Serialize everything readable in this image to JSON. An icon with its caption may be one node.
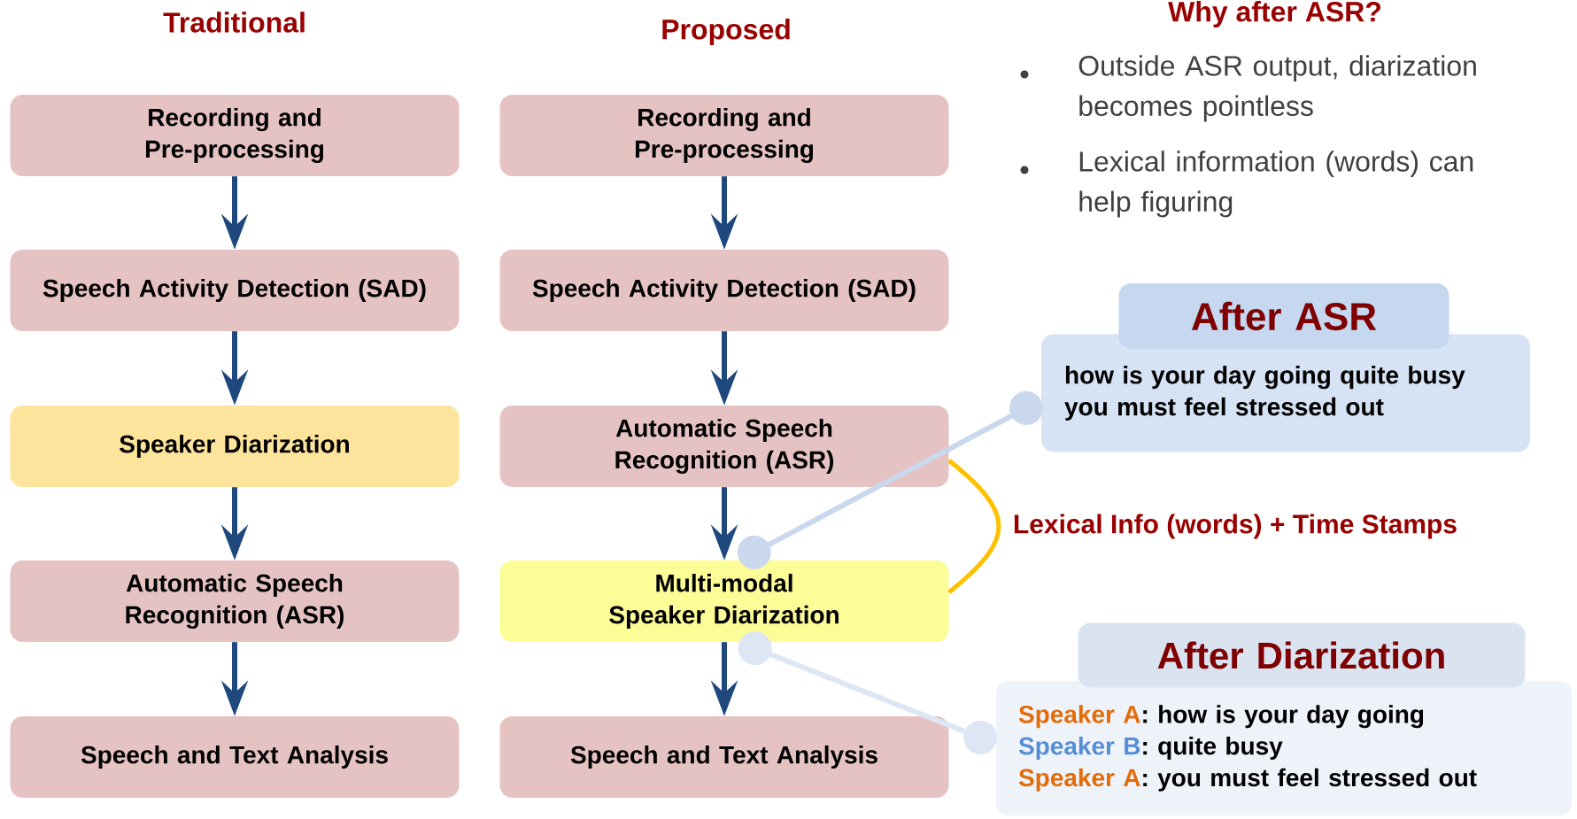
{
  "diagram": {
    "nodes": [
      {
        "text": [
          "Recording and Pre-processing"
        ]
      },
      {
        "text": [
          "Speech Activity Detection (SAD)"
        ]
      },
      {
        "text": [
          "Speaker Diarization"
        ]
      },
      {
        "text": [
          "Automatic Speech Recognition (ASR)"
        ]
      },
      {
        "text": [
          "Speech and Text Analysis"
        ]
      },
      {
        "text": [
          "Recording and Pre-processing"
        ]
      },
      {
        "text": [
          "Speech Activity Detection (SAD)"
        ]
      },
      {
        "text": [
          "Automatic Speech Recognition (ASR)"
        ]
      },
      {
        "text": [
          "Multi-modal Speaker Diarization"
        ]
      },
      {
        "text": [
          "Speech and Text Analysis"
        ]
      },
      {
        "text": [
          "After ASR"
        ]
      },
      {
        "text": [
          "how is your day going quite busy you must feel stressed out"
        ]
      },
      {
        "text": [
          "After Diarization"
        ]
      },
      {
        "text": [
          "Speaker A",
          ": how is your day going",
          "Speaker B",
          ": quite busy",
          "Speaker A",
          ": you must feel stressed out"
        ]
      }
    ],
    "edges": [
      {
        "from": 0,
        "to": 1,
        "arrow": "to"
      },
      {
        "from": 1,
        "to": 2,
        "arrow": "to"
      },
      {
        "from": 2,
        "to": 3,
        "arrow": "to"
      },
      {
        "from": 3,
        "to": 4,
        "arrow": "to"
      },
      {
        "from": 5,
        "to": 6,
        "arrow": "to"
      },
      {
        "from": 6,
        "to": 7,
        "arrow": "to"
      },
      {
        "from": 7,
        "to": 8,
        "arrow": "to"
      },
      {
        "from": 8,
        "to": 9,
        "arrow": "to"
      },
      {
        "from": 8,
        "to": 11,
        "arrow": "other",
        "color": "#c9d8ec"
      },
      {
        "from": 8,
        "to": 13,
        "arrow": "other",
        "color": "#dde6f4"
      },
      {
        "from": 7,
        "to": 8,
        "arrow": "none",
        "color": "#ffc000",
        "label": "Lexical Info (words) + Time Stamps"
      }
    ],
    "labels": [
      "Traditional",
      "Proposed",
      "Why after ASR?",
      "Outside ASR output, diarization becomes pointless",
      "Lexical information (words) can help figuring"
    ]
  }
}
